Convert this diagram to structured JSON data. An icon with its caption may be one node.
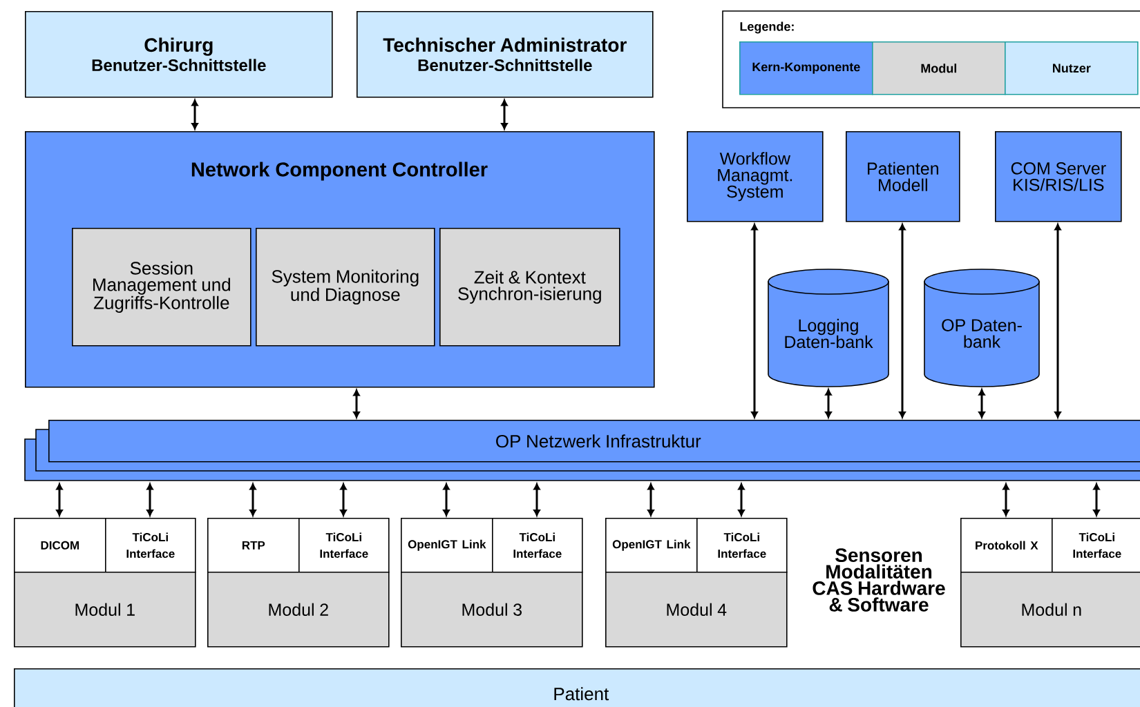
{
  "diagram": {
    "nodes": [
      {
        "text": [
          "Chirurg",
          "Benutzer-Schnittstelle"
        ]
      },
      {
        "text": [
          "Technischer Administrator",
          "Benutzer-Schnittstelle"
        ]
      },
      {
        "text": [
          "Network Component Controller"
        ]
      },
      {
        "text": [
          "Session Management und Zugriffs-Kontrolle"
        ],
        "in": 2
      },
      {
        "text": [
          "System Monitoring und Diagnose"
        ],
        "in": 2
      },
      {
        "text": [
          "Zeit & Kontext Synchron-isierung"
        ],
        "in": 2
      },
      {
        "text": [
          "Workflow Managmt. System"
        ]
      },
      {
        "text": [
          "Patienten Modell"
        ]
      },
      {
        "text": [
          "COM Server KIS/RIS/LIS"
        ]
      },
      {
        "text": [
          "Logging Daten-bank"
        ]
      },
      {
        "text": [
          "OP Daten-bank"
        ]
      },
      {
        "text": [
          "OP Netzwerk Infrastruktur"
        ]
      },
      {
        "text": [
          "DICOM"
        ]
      },
      {
        "text": [
          "TiCoLi Interface"
        ]
      },
      {
        "text": [
          "Modul 1"
        ]
      },
      {
        "text": [
          "RTP"
        ]
      },
      {
        "text": [
          "TiCoLi Interface"
        ]
      },
      {
        "text": [
          "Modul 2"
        ]
      },
      {
        "text": [
          "OpenIGT Link"
        ]
      },
      {
        "text": [
          "TiCoLi Interface"
        ]
      },
      {
        "text": [
          "Modul 3"
        ]
      },
      {
        "text": [
          "OpenIGT Link"
        ]
      },
      {
        "text": [
          "TiCoLi Interface"
        ]
      },
      {
        "text": [
          "Modul 4"
        ]
      },
      {
        "text": [
          "Protokoll X"
        ]
      },
      {
        "text": [
          "TiCoLi Interface"
        ]
      },
      {
        "text": [
          "Modul n"
        ]
      },
      {
        "text": [
          "Patient"
        ]
      }
    ],
    "edges": [
      {
        "from": 0,
        "to": 2,
        "arrow": "both"
      },
      {
        "from": 1,
        "to": 2,
        "arrow": "both"
      },
      {
        "from": 2,
        "to": 11,
        "arrow": "both"
      },
      {
        "from": 6,
        "to": 11,
        "arrow": "both"
      },
      {
        "from": 9,
        "to": 11,
        "arrow": "both"
      },
      {
        "from": 7,
        "to": 11,
        "arrow": "both"
      },
      {
        "from": 10,
        "to": 11,
        "arrow": "both"
      },
      {
        "from": 8,
        "to": 11,
        "arrow": "both"
      },
      {
        "from": 11,
        "to": 12,
        "arrow": "both"
      },
      {
        "from": 11,
        "to": 13,
        "arrow": "both"
      },
      {
        "from": 11,
        "to": 15,
        "arrow": "both"
      },
      {
        "from": 11,
        "to": 16,
        "arrow": "both"
      },
      {
        "from": 11,
        "to": 18,
        "arrow": "both"
      },
      {
        "from": 11,
        "to": 19,
        "arrow": "both"
      },
      {
        "from": 11,
        "to": 21,
        "arrow": "both"
      },
      {
        "from": 11,
        "to": 22,
        "arrow": "both"
      },
      {
        "from": 11,
        "to": 24,
        "arrow": "both"
      },
      {
        "from": 11,
        "to": 25,
        "arrow": "both"
      }
    ],
    "labels": [
      "Legende:",
      "Sensoren Modalitäten CAS Hardware & Software"
    ],
    "legend": [
      {
        "text": "Kern-Komponente",
        "color": "#6699ff"
      },
      {
        "text": "Modul",
        "color": "#d9d9d9"
      },
      {
        "text": "Nutzer",
        "color": "#cce9ff"
      }
    ]
  }
}
